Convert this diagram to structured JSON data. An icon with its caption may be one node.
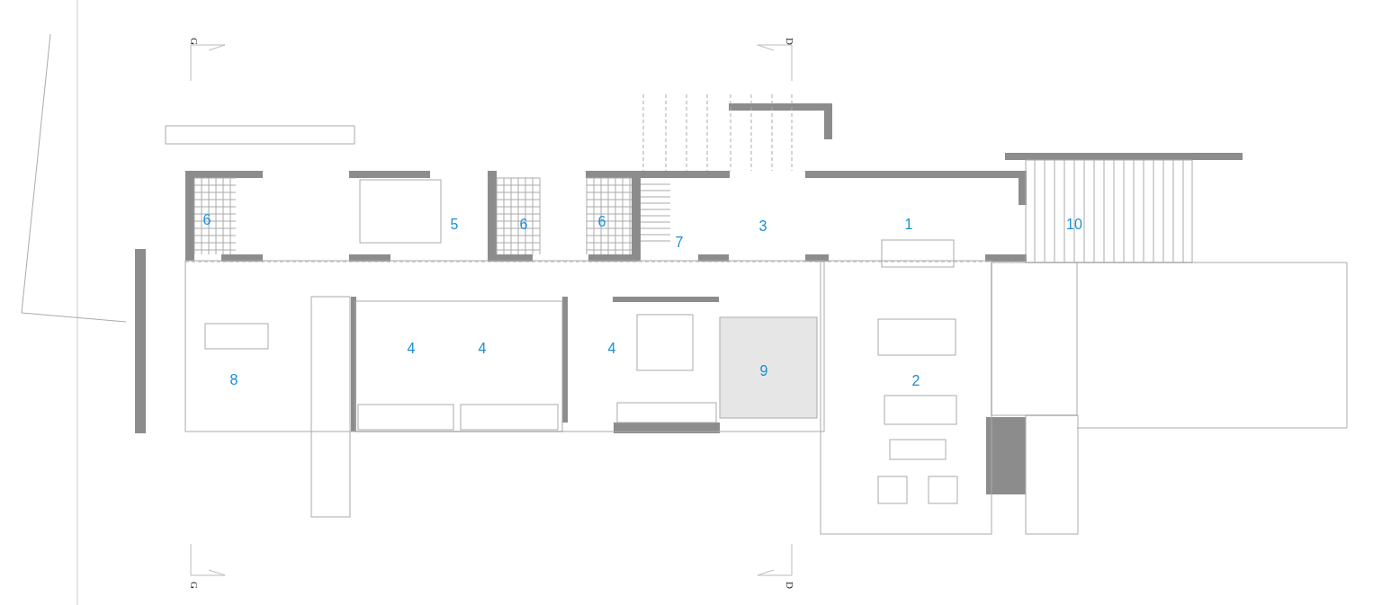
{
  "diagram": {
    "labels": [
      "G",
      "D",
      "6",
      "5",
      "6",
      "6",
      "7",
      "3",
      "1",
      "10",
      "8",
      "4",
      "4",
      "4",
      "9",
      "2",
      "G",
      "D"
    ]
  }
}
